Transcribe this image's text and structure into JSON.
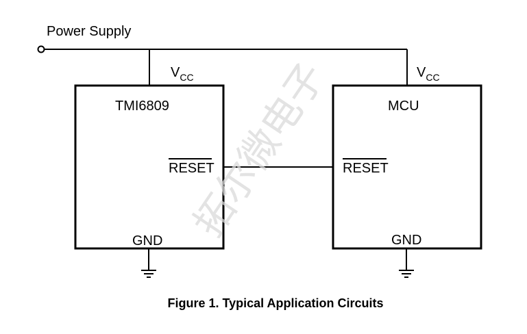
{
  "power_supply_label": "Power Supply",
  "vcc_main": "V",
  "vcc_sub": "CC",
  "left_chip": {
    "name": "TMI6809",
    "reset_pin": "RESET",
    "gnd_pin": "GND"
  },
  "right_chip": {
    "name": "MCU",
    "reset_pin": "RESET",
    "gnd_pin": "GND"
  },
  "watermark": "拓尔微电子",
  "caption": "Figure 1. Typical Application Circuits"
}
